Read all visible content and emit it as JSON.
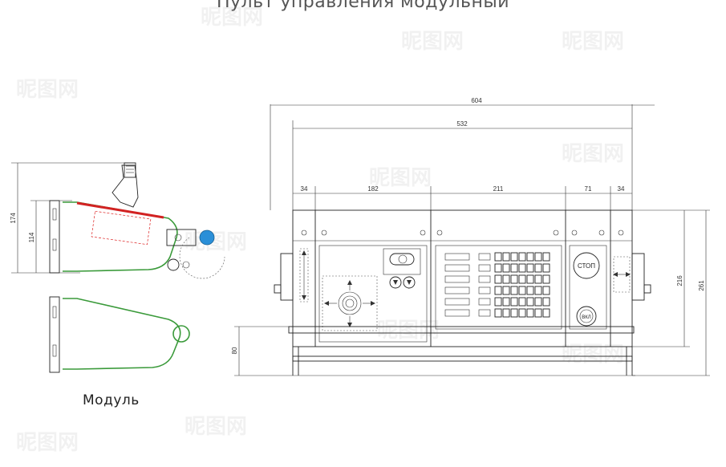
{
  "title": "Пульт управления  модульный",
  "module_caption": "Модуль",
  "watermark": "昵图网",
  "dimensions": {
    "overall_width": "604",
    "inner_width": "532",
    "seg_left": "34",
    "seg_joystick": "182",
    "seg_display": "211",
    "seg_stop": "71",
    "seg_right": "34",
    "panel_height": "216",
    "total_height": "261",
    "stand_height": "80",
    "module_height": "174",
    "module_inner_height": "114"
  },
  "buttons": {
    "stop_label": "СТОП",
    "enable_label": "ВКЛ"
  },
  "colors": {
    "module_profile": "#3a9a3a",
    "highlight_strip": "#d22222",
    "knob": "#2a8fd8"
  }
}
